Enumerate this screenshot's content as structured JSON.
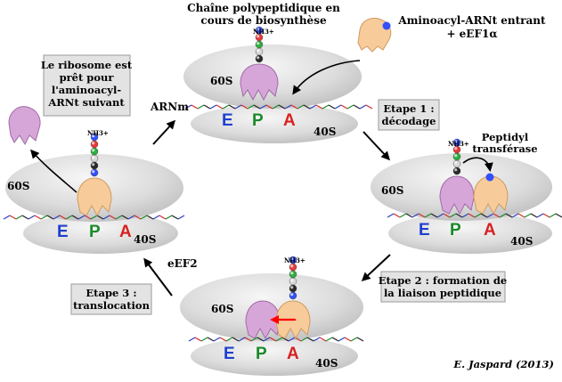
{
  "diagram": {
    "top_title": [
      "Chaîne polypeptidique en",
      "cours de biosynthèse"
    ],
    "incoming": [
      "Aminoacyl-ARNt entrant",
      "+ eEF1α"
    ],
    "ready_box": [
      "Le ribosome est",
      "prêt pour",
      "l'aminoacyl-",
      "ARNt suivant"
    ],
    "arnm": "ARNm",
    "step1": [
      "Etape 1 :",
      "décodage"
    ],
    "step2": [
      "Etape 2 : formation de",
      "la liaison peptidique"
    ],
    "step3": [
      "Etape 3 :",
      "translocation"
    ],
    "peptidyl": [
      "Peptidyl",
      "transférase"
    ],
    "eef2": "eEF2",
    "large_subunit": "60S",
    "small_subunit": "40S",
    "nh3": "NH3+",
    "sites": {
      "e": "E",
      "p": "P",
      "a": "A"
    },
    "credit": "E. Jaspard (2013)"
  },
  "colors": {
    "site_e": "#1f3fcf",
    "site_p": "#1a8a2a",
    "site_a": "#d92020",
    "trna_p": "#d7a6d9",
    "trna_a": "#f7cc9a",
    "ribosome": "#dcdcdc",
    "step_box": "#e3e3e3",
    "translocation_arrow": "#ff0000"
  },
  "bead_colors": [
    "#3350ff",
    "#e83a3a",
    "#2fae3f",
    "#d8d8d8",
    "#2a2a2a"
  ]
}
